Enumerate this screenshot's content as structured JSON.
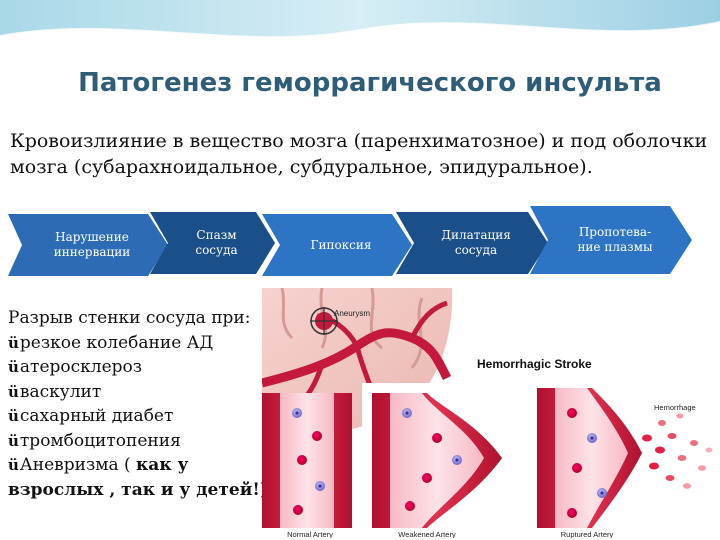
{
  "slide": {
    "title": "Патогенез геморрагического инсульта",
    "intro": "Кровоизлияние в вещество мозга (паренхиматозное) и под оболочки мозга (субарахноидальное, субдуральное, эпидуральное).",
    "theme_colors": {
      "title": "#2f5d78",
      "chevron_dark": "#1b4f8a",
      "chevron_light": "#2e74c4",
      "vessel": "#c4183c"
    }
  },
  "process_steps": [
    {
      "label_line1": "Нарушение",
      "label_line2": "иннервации"
    },
    {
      "label_line1": "Спазм",
      "label_line2": "сосуда"
    },
    {
      "label_line1": "Гипоксия",
      "label_line2": ""
    },
    {
      "label_line1": "Дилатация",
      "label_line2": "сосуда"
    },
    {
      "label_line1": "Пропотева-",
      "label_line2": "ние плазмы"
    }
  ],
  "causes": {
    "lead": "Разрыв стенки сосуда при:",
    "check_glyph": "ü",
    "items": [
      "резкое колебание АД",
      "атеросклероз",
      "васкулит",
      "сахарный диабет",
      "тромбоцитопения"
    ],
    "last_item_prefix": "Аневризма ( ",
    "last_item_bold": "как у взрослых , так и у детей!",
    "last_item_suffix": ")"
  },
  "illustration": {
    "aneurysm_label": "Aneurysm",
    "heading": "Hemorrhagic Stroke",
    "hemorrhage_label": "Hemorrhage",
    "panel_labels": [
      "Normal Artery",
      "Weakened Artery",
      "Ruptured Artery"
    ]
  }
}
